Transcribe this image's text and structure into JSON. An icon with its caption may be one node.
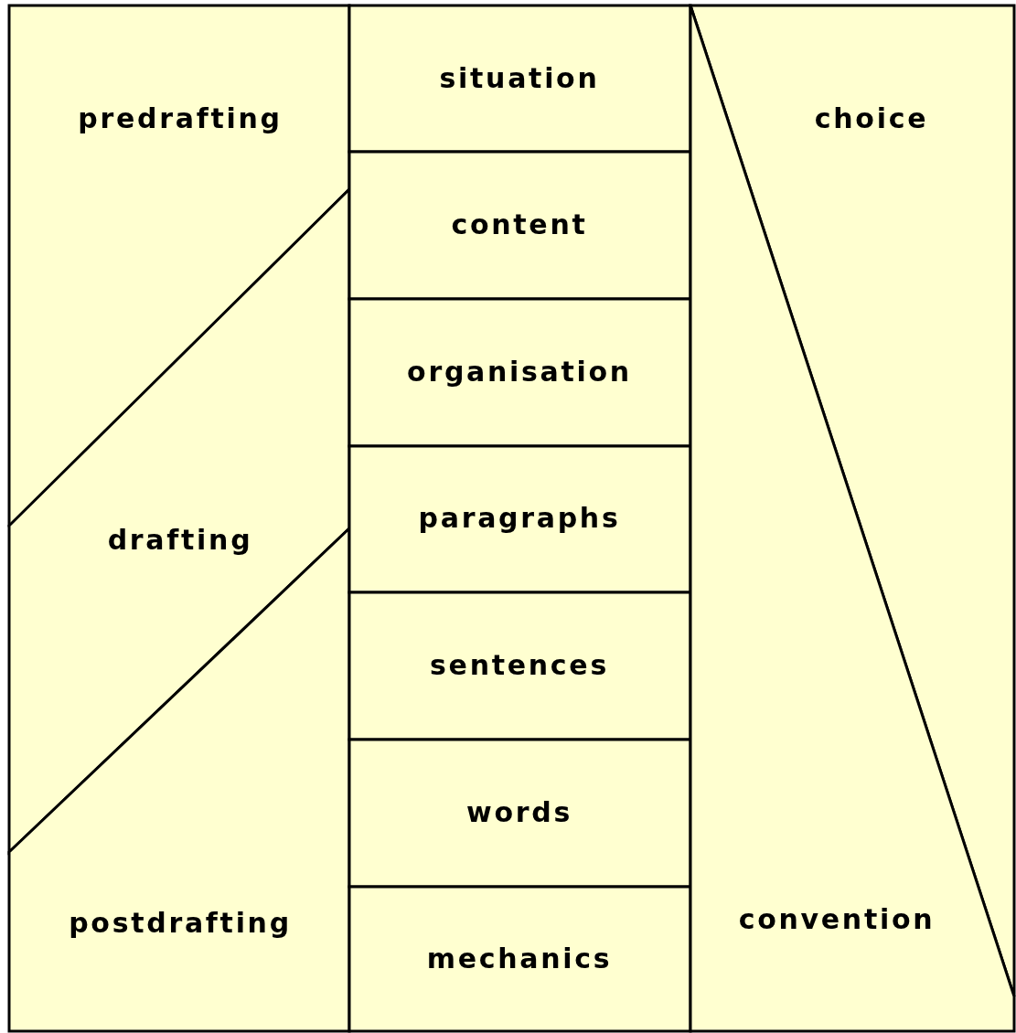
{
  "diagram": {
    "nodes": [
      {
        "text": [
          "predrafting"
        ]
      },
      {
        "text": [
          "drafting"
        ]
      },
      {
        "text": [
          "postdrafting"
        ]
      },
      {
        "text": [
          "situation"
        ]
      },
      {
        "text": [
          "content"
        ]
      },
      {
        "text": [
          "organisation"
        ]
      },
      {
        "text": [
          "paragraphs"
        ]
      },
      {
        "text": [
          "sentences"
        ]
      },
      {
        "text": [
          "words"
        ]
      },
      {
        "text": [
          "mechanics"
        ]
      },
      {
        "text": [
          "choice"
        ]
      },
      {
        "text": [
          "convention"
        ]
      }
    ]
  }
}
